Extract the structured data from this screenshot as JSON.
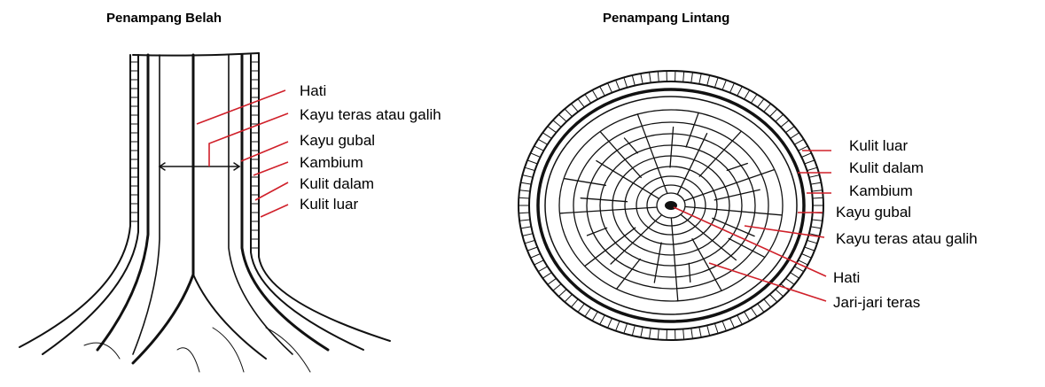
{
  "diagrams": [
    {
      "title": "Penampang Belah",
      "labels": [
        "Hati",
        "Kayu teras atau galih",
        "Kayu gubal",
        "Kambium",
        "Kulit dalam",
        "Kulit luar"
      ]
    },
    {
      "title": "Penampang Lintang",
      "labels": [
        "Kulit luar",
        "Kulit dalam",
        "Kambium",
        "Kayu gubal",
        "Kayu teras atau galih",
        "Hati",
        "Jari-jari teras"
      ]
    }
  ],
  "colors": {
    "leader": "#d0202a",
    "ink": "#111111"
  }
}
